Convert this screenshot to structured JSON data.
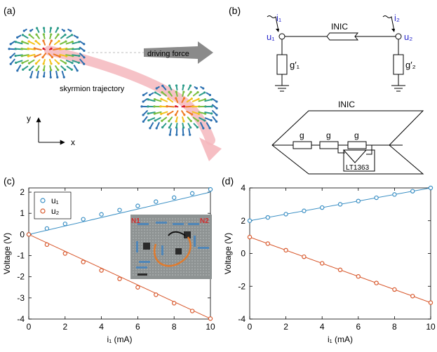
{
  "panels": {
    "a": {
      "label": "(a)",
      "driving_force": "driving force",
      "trajectory": "skyrmion trajectory",
      "axis_y": "y",
      "axis_x": "x"
    },
    "b": {
      "label": "(b)",
      "i1": "i₁",
      "i2": "i₂",
      "u1": "u₁",
      "u2": "u₂",
      "inic_top": "INIC",
      "g1": "g′₁",
      "g2": "g′₂",
      "inic_bottom": "INIC",
      "g": "g",
      "opamp": "LT1363",
      "photo_n1": "N1",
      "photo_n2": "N2"
    },
    "c": {
      "label": "(c)"
    },
    "d": {
      "label": "(d)"
    }
  },
  "colors": {
    "blue": "#3a8fc4",
    "orange": "#d8582c",
    "label_blue": "#2a2acc",
    "trajectory": "#f5b7bd",
    "arrow_gray": "#8a8a8a"
  },
  "chart_data": [
    {
      "type": "scatter",
      "panel": "c",
      "xlabel": "i₁ (mA)",
      "ylabel": "Voltage (V)",
      "xlim": [
        0,
        10
      ],
      "ylim": [
        -4,
        2.2
      ],
      "xticks": [
        0,
        2,
        4,
        6,
        8,
        10
      ],
      "yticks": [
        -4,
        -3,
        -2,
        -1,
        0,
        1,
        2
      ],
      "legend_position": "top-left",
      "series": [
        {
          "name": "u₁",
          "color": "#3a8fc4",
          "x": [
            0,
            1,
            2,
            3,
            4,
            5,
            6,
            7,
            8,
            9,
            10
          ],
          "y": [
            0,
            0.28,
            0.5,
            0.72,
            0.95,
            1.15,
            1.35,
            1.55,
            1.74,
            1.94,
            2.13
          ],
          "fit": [
            [
              0,
              0
            ],
            [
              10,
              2.0
            ]
          ]
        },
        {
          "name": "u₂",
          "color": "#d8582c",
          "x": [
            0,
            1,
            2,
            3,
            4,
            5,
            6,
            7,
            8,
            9,
            10
          ],
          "y": [
            0,
            -0.48,
            -0.9,
            -1.3,
            -1.7,
            -2.1,
            -2.5,
            -2.85,
            -3.25,
            -3.62,
            -3.98
          ],
          "fit": [
            [
              0,
              0
            ],
            [
              10,
              -3.98
            ]
          ]
        }
      ]
    },
    {
      "type": "scatter",
      "panel": "d",
      "xlabel": "i₁ (mA)",
      "ylabel": "Voltage (V)",
      "xlim": [
        0,
        10
      ],
      "ylim": [
        -4,
        4
      ],
      "xticks": [
        0,
        2,
        4,
        6,
        8,
        10
      ],
      "yticks": [
        -4,
        -2,
        0,
        2,
        4
      ],
      "series": [
        {
          "name": "u₁",
          "color": "#3a8fc4",
          "x": [
            0,
            1,
            2,
            3,
            4,
            5,
            6,
            7,
            8,
            9,
            10
          ],
          "y": [
            2,
            2.2,
            2.4,
            2.6,
            2.8,
            3.0,
            3.2,
            3.4,
            3.6,
            3.8,
            4.0
          ],
          "fit": [
            [
              0,
              2
            ],
            [
              10,
              4
            ]
          ]
        },
        {
          "name": "u₂",
          "color": "#d8582c",
          "x": [
            0,
            1,
            2,
            3,
            4,
            5,
            6,
            7,
            8,
            9,
            10
          ],
          "y": [
            1,
            0.6,
            0.2,
            -0.2,
            -0.6,
            -1.0,
            -1.4,
            -1.8,
            -2.2,
            -2.6,
            -3.0
          ],
          "fit": [
            [
              0,
              1
            ],
            [
              10,
              -3
            ]
          ]
        }
      ]
    }
  ]
}
